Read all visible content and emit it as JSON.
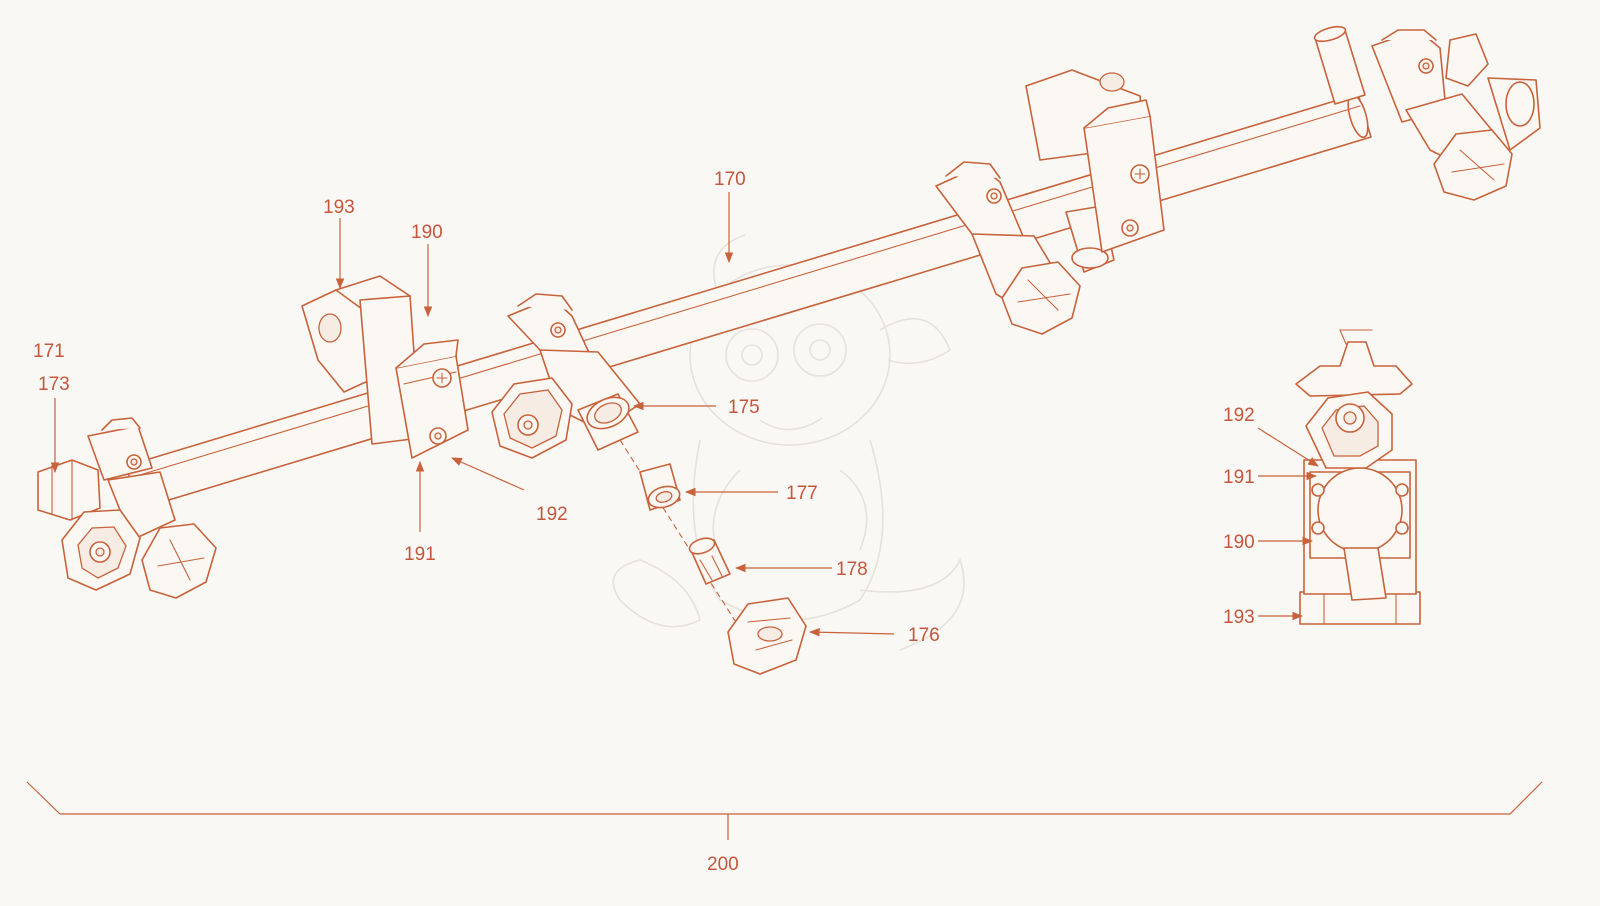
{
  "colors": {
    "line": "#c8623a",
    "label": "#c4573b",
    "background": "#faf8f5",
    "watermark": "#e6e1dc"
  },
  "labels": {
    "l170": "170",
    "l171": "171",
    "l173": "173",
    "l175": "175",
    "l176": "176",
    "l177": "177",
    "l178": "178",
    "l190": "190",
    "l191": "191",
    "l192": "192",
    "l193": "193",
    "r190": "190",
    "r191": "191",
    "r192": "192",
    "r193": "193",
    "l200": "200"
  }
}
